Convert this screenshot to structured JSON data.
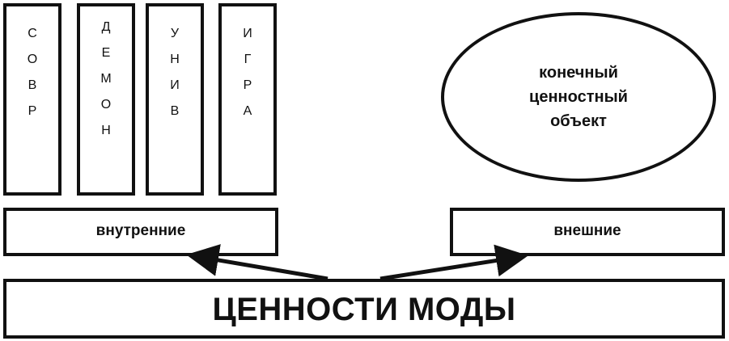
{
  "columns": [
    {
      "letters": [
        "С",
        "О",
        "В",
        "Р"
      ]
    },
    {
      "letters": [
        "Д",
        "Е",
        "М",
        "О",
        "Н"
      ]
    },
    {
      "letters": [
        "У",
        "Н",
        "И",
        "В"
      ]
    },
    {
      "letters": [
        "И",
        "Г",
        "Р",
        "А"
      ]
    }
  ],
  "ellipse": {
    "lines": [
      "конечный",
      "ценностный",
      "объект"
    ]
  },
  "inner_box": {
    "label": "внутренние"
  },
  "outer_box": {
    "label": "внешние"
  },
  "bottom_box": {
    "label": "ЦЕННОСТИ МОДЫ"
  }
}
